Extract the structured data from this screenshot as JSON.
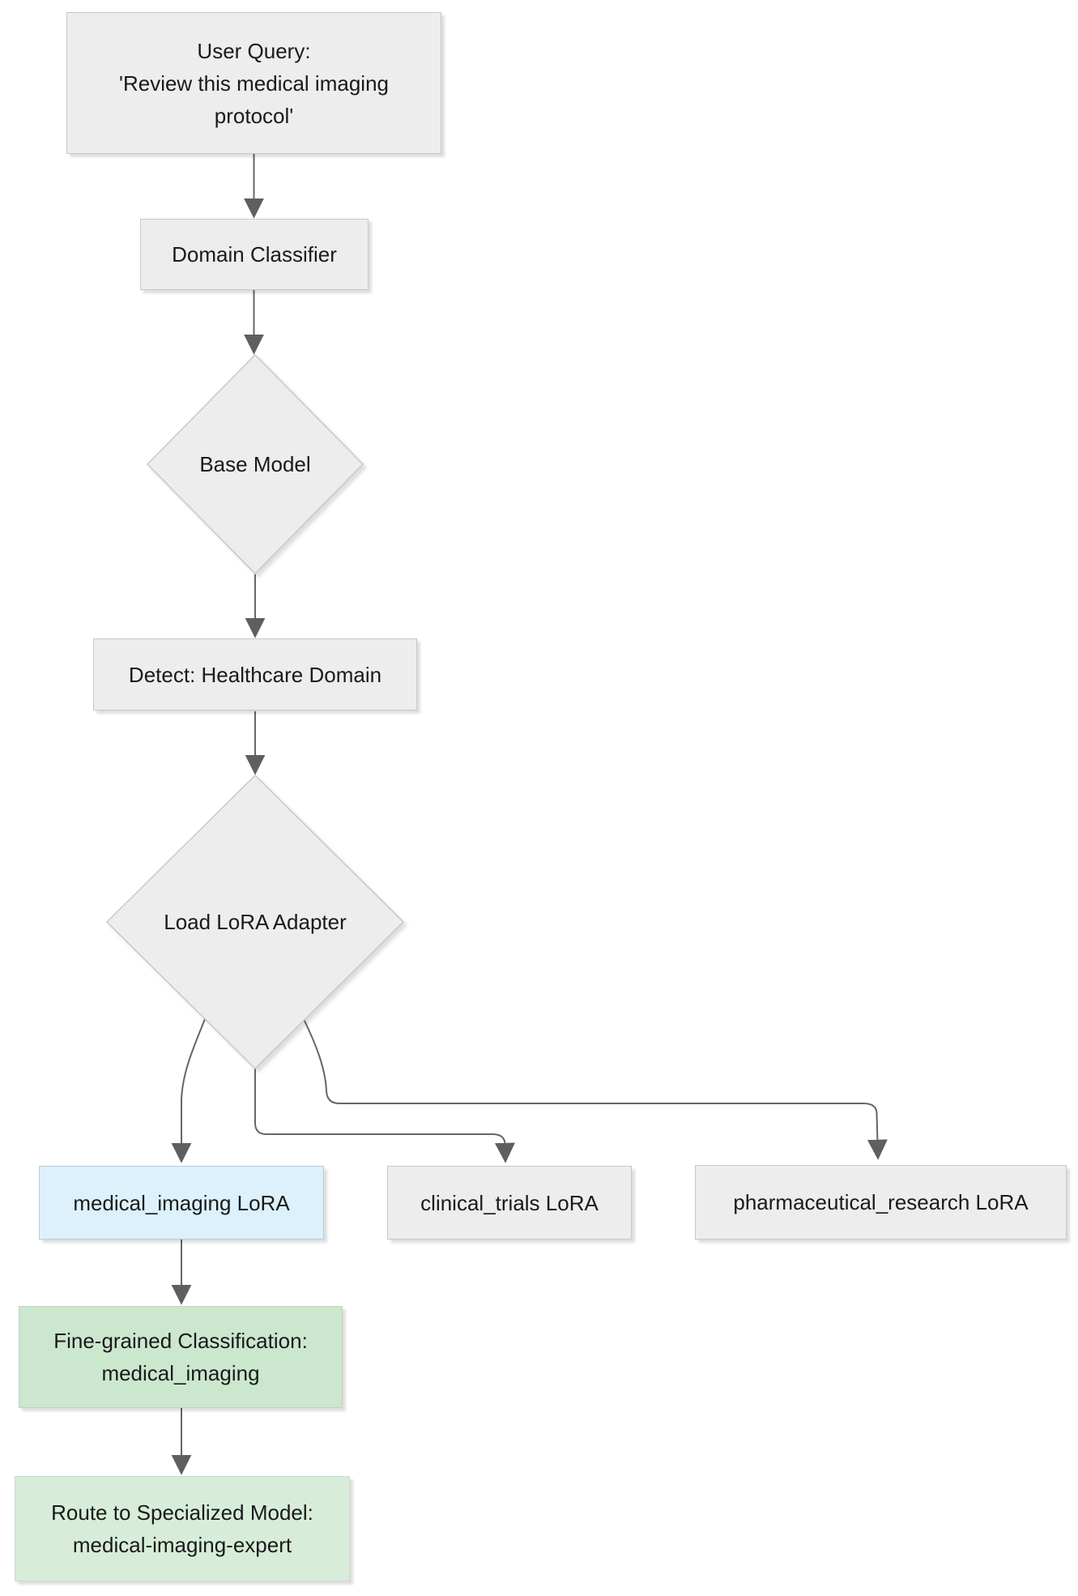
{
  "diagram": {
    "type": "flowchart",
    "direction": "top-down",
    "colors": {
      "background": "#ffffff",
      "node_fill": "#ededed",
      "node_border": "#c8c8c8",
      "highlight_blue_fill": "#dcf1fb",
      "highlight_blue_border": "#b9cdd7",
      "green_fill_classification": "#cbe7ce",
      "green_fill_route": "#d7edd9",
      "edge_color": "#666666",
      "text_color": "#1a1a1a"
    },
    "nodes": {
      "user_query": {
        "shape": "rect",
        "lines": [
          "User Query:",
          "'Review this medical imaging",
          "protocol'"
        ]
      },
      "domain_classifier": {
        "shape": "rect",
        "label": "Domain Classifier"
      },
      "base_model": {
        "shape": "diamond",
        "label": "Base Model"
      },
      "detect_healthcare": {
        "shape": "rect",
        "label": "Detect: Healthcare Domain"
      },
      "load_lora": {
        "shape": "diamond",
        "label": "Load LoRA Adapter"
      },
      "medical_imaging_lora": {
        "shape": "rect",
        "label": "medical_imaging LoRA"
      },
      "clinical_trials_lora": {
        "shape": "rect",
        "label": "clinical_trials LoRA"
      },
      "pharmaceutical_research_lora": {
        "shape": "rect",
        "label": "pharmaceutical_research LoRA"
      },
      "fine_grained_classification": {
        "shape": "rect",
        "lines": [
          "Fine-grained Classification:",
          "medical_imaging"
        ]
      },
      "route_specialized_model": {
        "shape": "rect",
        "lines": [
          "Route to Specialized Model:",
          "medical-imaging-expert"
        ]
      }
    },
    "edges": [
      {
        "from": "user_query",
        "to": "domain_classifier"
      },
      {
        "from": "domain_classifier",
        "to": "base_model"
      },
      {
        "from": "base_model",
        "to": "detect_healthcare"
      },
      {
        "from": "detect_healthcare",
        "to": "load_lora"
      },
      {
        "from": "load_lora",
        "to": "medical_imaging_lora"
      },
      {
        "from": "load_lora",
        "to": "clinical_trials_lora"
      },
      {
        "from": "load_lora",
        "to": "pharmaceutical_research_lora"
      },
      {
        "from": "medical_imaging_lora",
        "to": "fine_grained_classification"
      },
      {
        "from": "fine_grained_classification",
        "to": "route_specialized_model"
      }
    ]
  }
}
